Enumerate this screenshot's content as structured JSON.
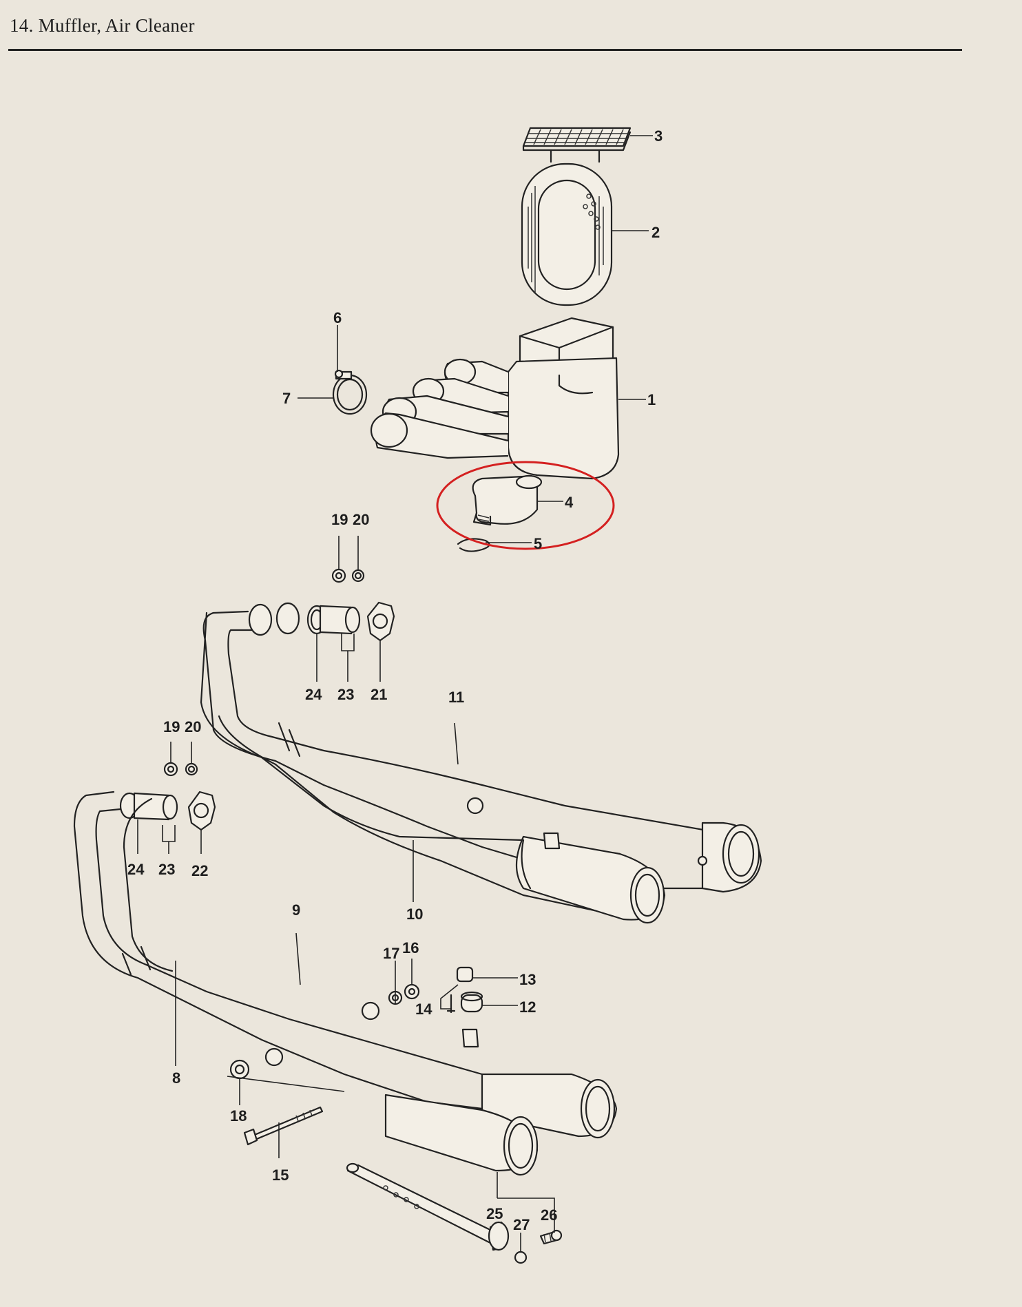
{
  "page": {
    "title": "14. Muffler, Air Cleaner"
  },
  "callouts": {
    "c1": "1",
    "c2": "2",
    "c3": "3",
    "c4": "4",
    "c5": "5",
    "c6": "6",
    "c7": "7",
    "c8": "8",
    "c9": "9",
    "c10": "10",
    "c11": "11",
    "c12": "12",
    "c13": "13",
    "c14": "14",
    "c15": "15",
    "c16": "16",
    "c17": "17",
    "c18": "18",
    "c19a": "19",
    "c20a": "20",
    "c19b": "19",
    "c20b": "20",
    "c21": "21",
    "c22": "22",
    "c23a": "23",
    "c23b": "23",
    "c24a": "24",
    "c24b": "24",
    "c25": "25",
    "c26": "26",
    "c27": "27"
  },
  "highlight": {
    "part": "4",
    "color": "#d42020"
  },
  "colors": {
    "paper": "#ebe6dc",
    "ink": "#1e1e1e"
  }
}
